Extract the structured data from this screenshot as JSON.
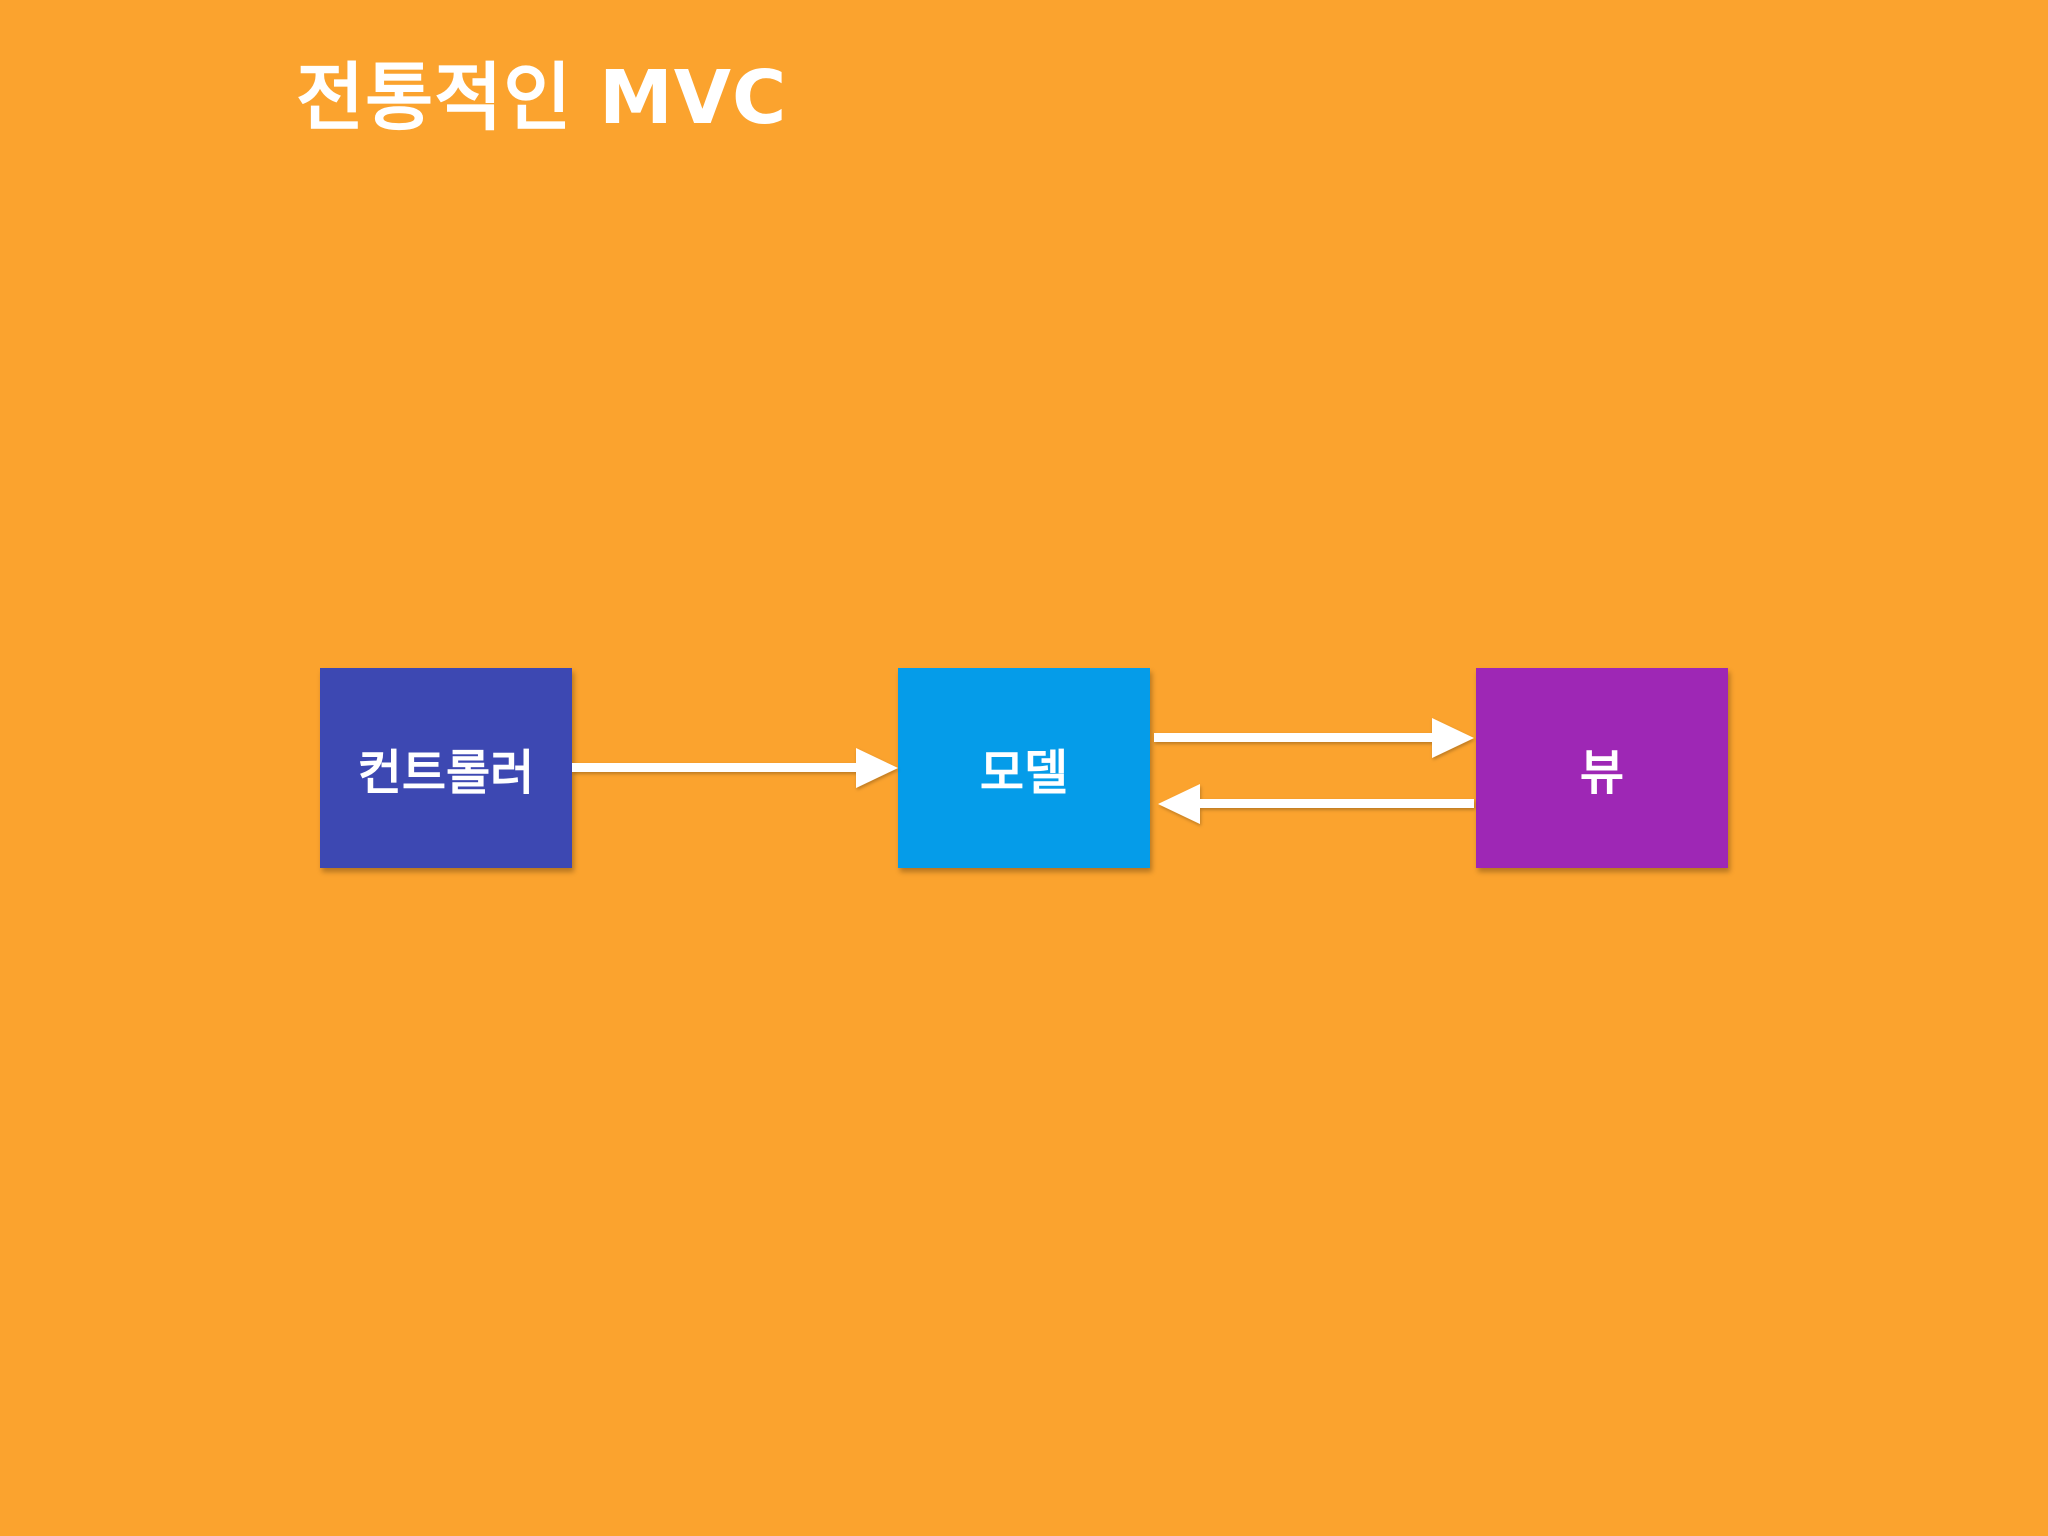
{
  "slide": {
    "title": "전통적인 MVC",
    "background_color": "#FBA32E"
  },
  "nodes": {
    "controller": {
      "label": "컨트롤러",
      "color": "#3D48B2"
    },
    "model": {
      "label": "모델",
      "color": "#059CE9"
    },
    "view": {
      "label": "뷰",
      "color": "#9E27B5"
    }
  },
  "edges": [
    {
      "from": "controller",
      "to": "model"
    },
    {
      "from": "model",
      "to": "view"
    },
    {
      "from": "view",
      "to": "model"
    }
  ],
  "arrow_color": "#ffffff"
}
